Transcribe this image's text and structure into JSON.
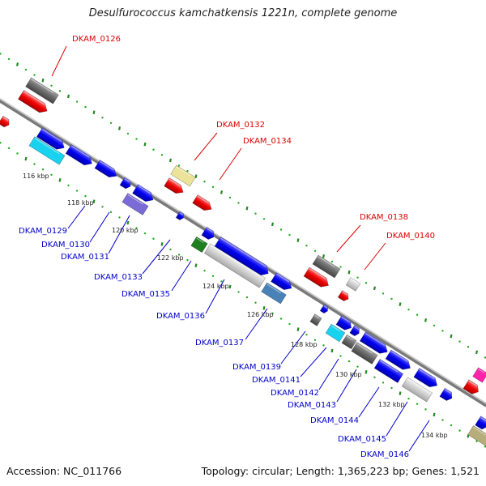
{
  "title": "Desulfurococcus kamchatkensis 1221n, complete genome",
  "accession": "Accession: NC_011766",
  "summary": "Topology: circular; Length: 1,365,223 bp; Genes: 1,521",
  "colors": {
    "backbone": "#9a9a9a",
    "tick_dot": "#22aa22",
    "tick_dash": "#228822",
    "label_red": "#dd0000",
    "label_blue": "#0000cc",
    "blue": "#0000ee",
    "red": "#ee0000",
    "gray_dark": "#6a6a6a",
    "gray_light": "#cfcfcf",
    "cyan": "#19d2f0",
    "khaki": "#ece39a",
    "violet": "#7a6bd6",
    "green": "#1f7f1f",
    "steel": "#4a82b8",
    "magenta": "#ff22aa",
    "olive": "#b5ad7a"
  },
  "tick_labels": [
    "116 kbp",
    "118 kbp",
    "120 kbp",
    "122 kbp",
    "124 kbp",
    "126 kbp",
    "128 kbp",
    "130 kbp",
    "132 kbp",
    "134 kbp"
  ],
  "gene_labels_top": [
    "DKAM_0126",
    "DKAM_0132",
    "DKAM_0134",
    "DKAM_0138",
    "DKAM_0140"
  ],
  "gene_labels_bottom": [
    "DKAM_0129",
    "DKAM_0130",
    "DKAM_0131",
    "DKAM_0133",
    "DKAM_0135",
    "DKAM_0136",
    "DKAM_0137",
    "DKAM_0139",
    "DKAM_0141",
    "DKAM_0142",
    "DKAM_0143",
    "DKAM_0144",
    "DKAM_0145",
    "DKAM_0146"
  ]
}
